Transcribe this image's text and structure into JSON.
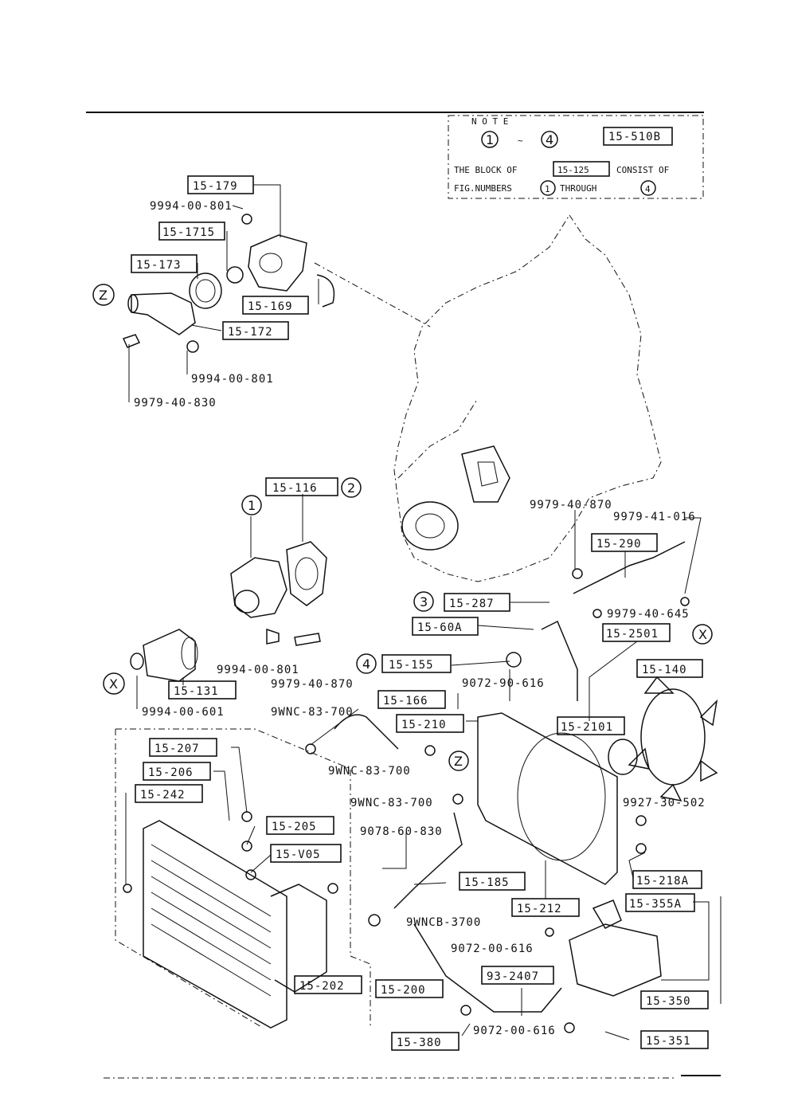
{
  "note": {
    "header": "N O T E",
    "row1_start": "1",
    "row1_dash": "~",
    "row1_end": "4",
    "row1_ref": "15-510B",
    "line2": "THE BLOCK OF",
    "line2_ref": "15-125",
    "line2_tail": "CONSIST OF",
    "line3": "FIG.NUMBERS",
    "line3_start": "1",
    "line3_mid": "THROUGH",
    "line3_end": "4"
  },
  "parts": {
    "p15_179": "15-179",
    "p15_1715": "15-1715",
    "p15_173": "15-173",
    "p15_169": "15-169",
    "p15_172": "15-172",
    "p15_116": "15-116",
    "p15_290": "15-290",
    "p15_287": "15-287",
    "p15_60A": "15-60A",
    "p15_2501": "15-2501",
    "p15_140": "15-140",
    "p15_155": "15-155",
    "p15_131": "15-131",
    "p15_166": "15-166",
    "p15_210": "15-210",
    "p15_2101": "15-2101",
    "p15_207": "15-207",
    "p15_206": "15-206",
    "p15_242": "15-242",
    "p15_205": "15-205",
    "p15_V05": "15-V05",
    "p15_185": "15-185",
    "p15_212": "15-212",
    "p15_218A": "15-218A",
    "p15_355A": "15-355A",
    "p93_2407": "93-2407",
    "p15_202": "15-202",
    "p15_200": "15-200",
    "p15_350": "15-350",
    "p15_380": "15-380",
    "p15_351": "15-351"
  },
  "numbers": {
    "n9994_a": "9994-00-801",
    "n9994_b": "9994-00-801",
    "n9979_830": "9979-40-830",
    "n9979_870a": "9979-40-870",
    "n9979_016": "9979-41-016",
    "n9979_645": "9979-40-645",
    "n9994_c": "9994-00-801",
    "n9979_870b": "9979-40-870",
    "n9072_616a": "9072-90-616",
    "n9994_d": "9994-00-601",
    "nWNC_700a": "9WNC-83-700",
    "nWNC_700b": "9WNC-83-700",
    "nWNC_700c": "9WNC-83-700",
    "n9927": "9927-30-502",
    "n9078": "9078-60-830",
    "nWNCB": "9WNCB-3700",
    "n9072_616b": "9072-00-616",
    "n9072_616c": "9072-00-616"
  },
  "markers": {
    "z": "Z",
    "x": "X",
    "m1": "1",
    "m2": "2",
    "m3": "3",
    "m4": "4"
  }
}
